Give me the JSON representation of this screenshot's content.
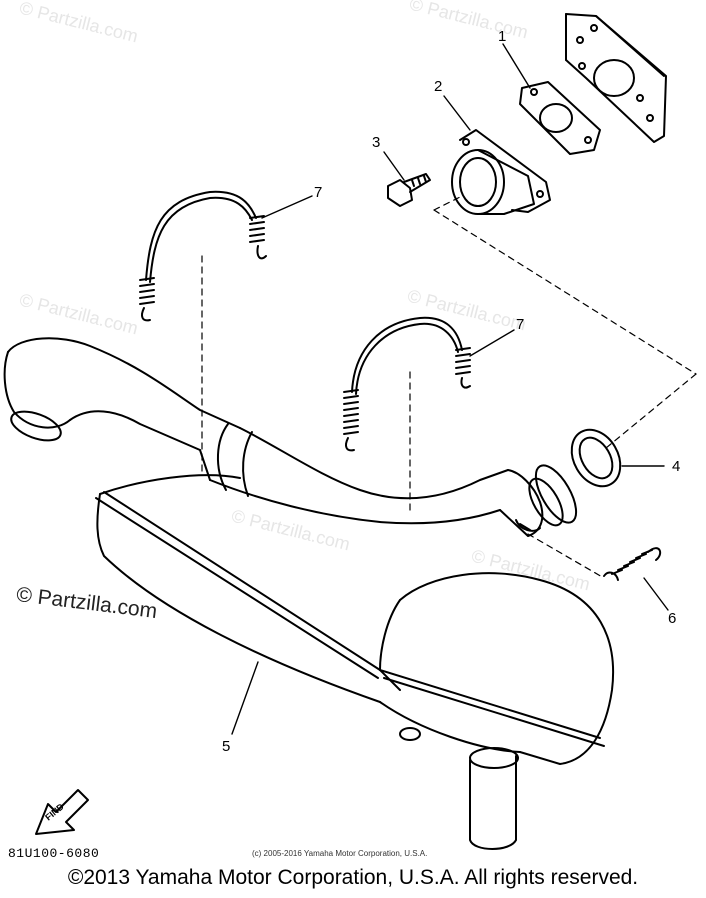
{
  "watermark_main": "© Partzilla.com",
  "watermarks": [
    "© Partzilla.com",
    "© Partzilla.com",
    "© Partzilla.com",
    "© Partzilla.com",
    "© Partzilla.com",
    "© Partzilla.com"
  ],
  "callouts": [
    "1",
    "2",
    "3",
    "7",
    "7",
    "4",
    "6",
    "5"
  ],
  "find_label": "FIND",
  "part_code": "81U100-6080",
  "copyright_small": "(c) 2005-2016 Yamaha Motor Corporation, U.S.A.",
  "copyright_footer": "©2013 Yamaha Motor Corporation, U.S.A. All rights reserved.",
  "colors": {
    "line": "#000000",
    "background": "#ffffff",
    "watermark": "#e6e6e6"
  }
}
